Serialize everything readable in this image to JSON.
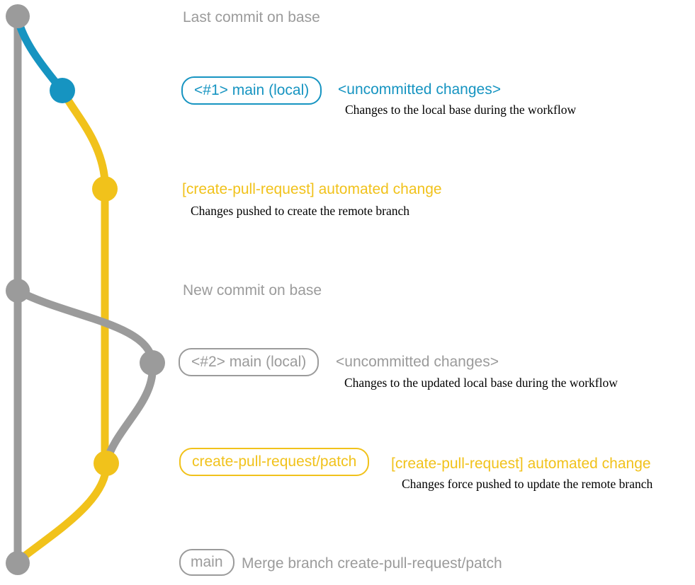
{
  "colors": {
    "gray": "#9B9B9B",
    "blue": "#1694C1",
    "yellow": "#F1C21B",
    "text": "#000000"
  },
  "graph": {
    "base_branch": "base",
    "node_names": [
      "last-commit-on-base",
      "local-main-1",
      "patch-commit-1",
      "new-commit-on-base",
      "local-main-2",
      "patch-commit-2",
      "merge-commit"
    ]
  },
  "annotations": {
    "last_commit_label": "Last commit on base",
    "new_commit_label": "New commit on base",
    "local1": {
      "badge": "<#1> main (local)",
      "title": "<uncommitted changes>",
      "caption": "Changes to the local base during the workflow"
    },
    "patch1": {
      "title": "[create-pull-request] automated change",
      "caption": "Changes pushed to create the remote branch"
    },
    "local2": {
      "badge": "<#2> main (local)",
      "title": "<uncommitted changes>",
      "caption": "Changes to the updated local base during the workflow"
    },
    "patch2": {
      "badge": "create-pull-request/patch",
      "title": "[create-pull-request] automated change",
      "caption": "Changes force pushed to update the remote branch"
    },
    "merge": {
      "badge": "main",
      "label": "Merge branch create-pull-request/patch"
    }
  }
}
